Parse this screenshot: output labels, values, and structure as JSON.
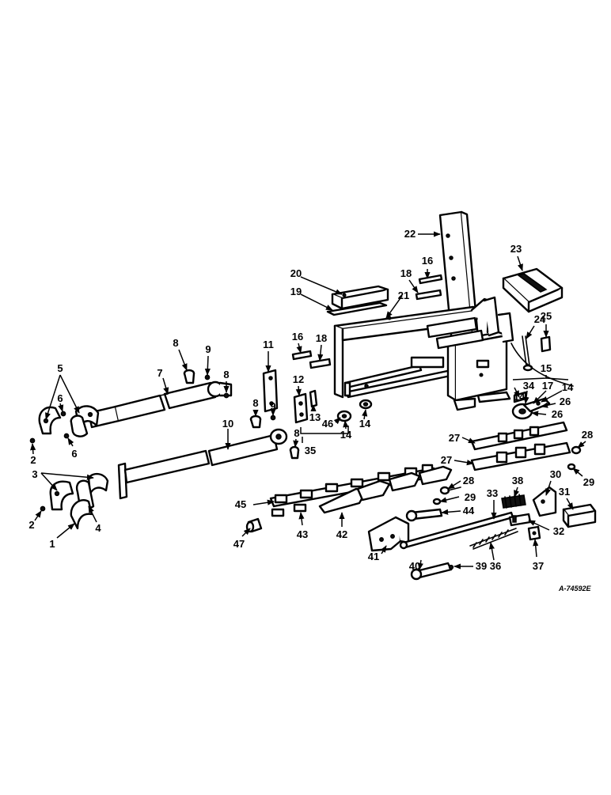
{
  "drawing_number": "A-74592E",
  "callouts": [
    "1",
    "2",
    "3",
    "4",
    "5",
    "6",
    "7",
    "8",
    "9",
    "10",
    "11",
    "12",
    "13",
    "14",
    "15",
    "16",
    "17",
    "18",
    "19",
    "20",
    "21",
    "22",
    "23",
    "24",
    "25",
    "26",
    "27",
    "28",
    "29",
    "30",
    "31",
    "32",
    "33",
    "34",
    "35",
    "36",
    "37",
    "38",
    "39",
    "40",
    "41",
    "42",
    "43",
    "44",
    "45",
    "46",
    "47"
  ]
}
